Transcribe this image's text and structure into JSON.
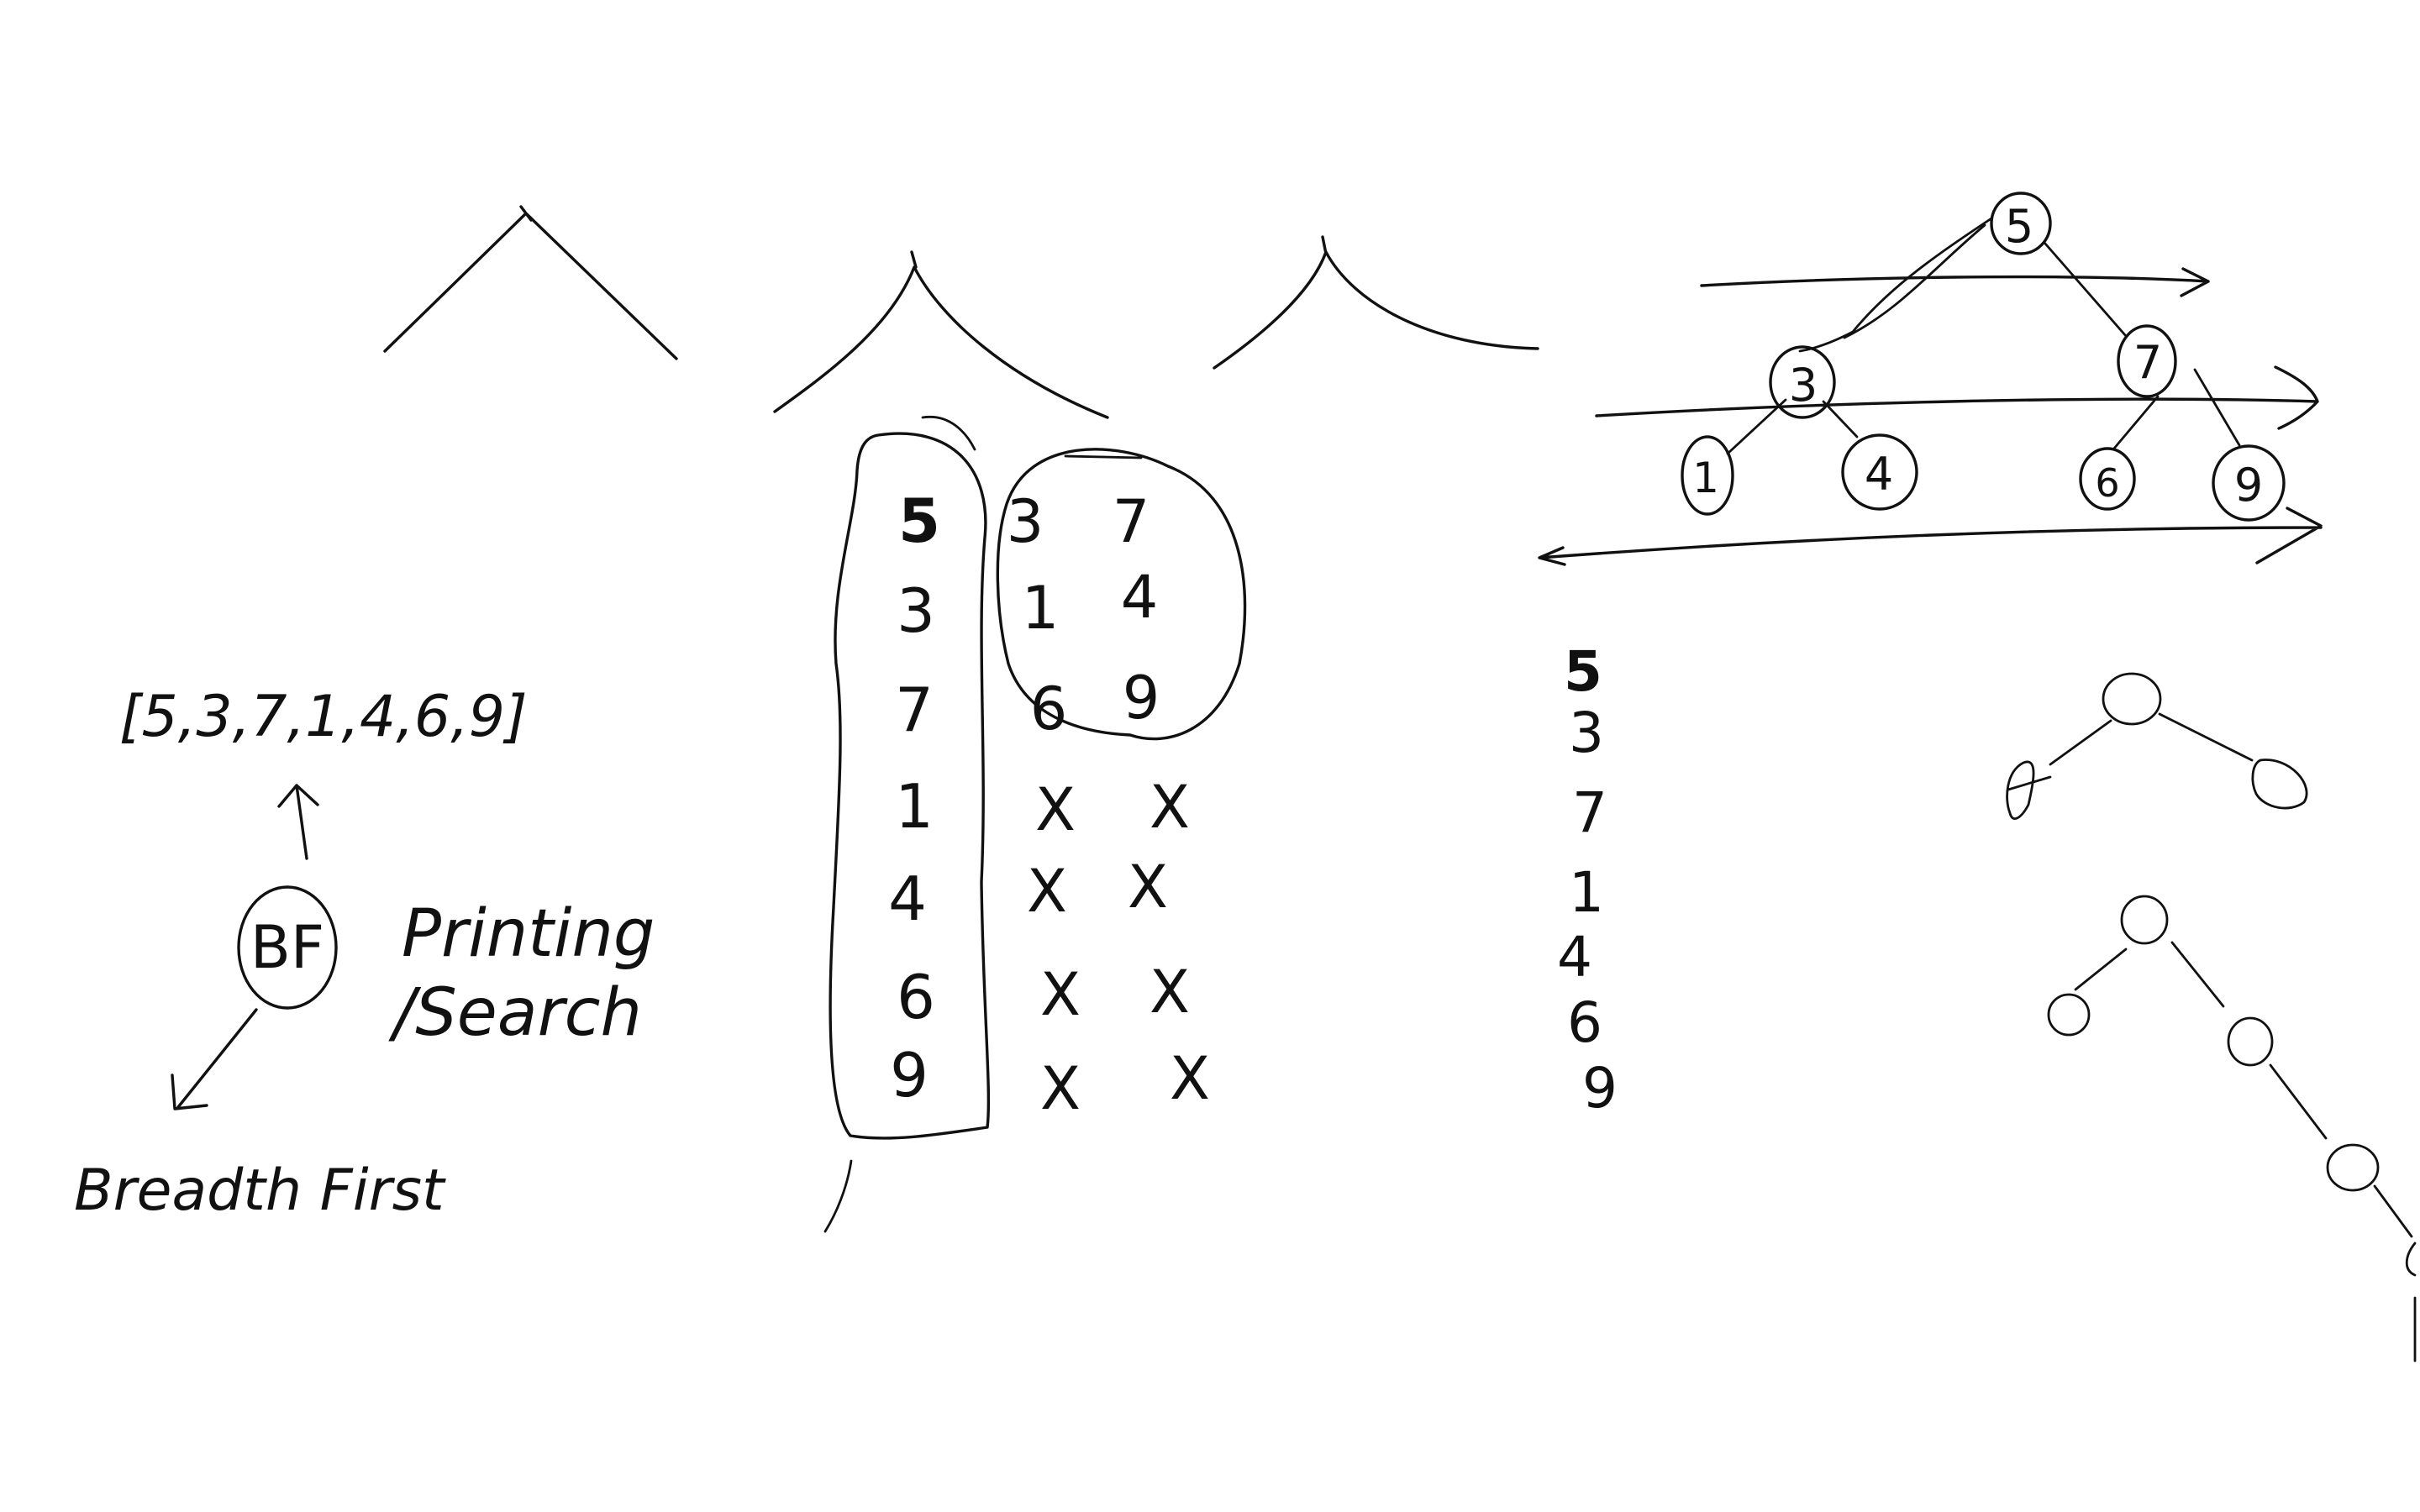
{
  "array_label": "[5,3,7,1,4,6,9]",
  "bf_badge": "BF",
  "printing_label": "Printing",
  "search_label": "/Search",
  "breadth_first_label": "Breadth First",
  "queue_column": [
    "5",
    "3",
    "7",
    "1",
    "4",
    "6",
    "9"
  ],
  "children_grid": [
    [
      "3",
      "7"
    ],
    [
      "1",
      "4"
    ],
    [
      "6",
      "9"
    ],
    [
      "X",
      "X"
    ],
    [
      "X",
      "X"
    ],
    [
      "X",
      "X"
    ],
    [
      "X",
      "X"
    ]
  ],
  "output_column": [
    "5",
    "3",
    "7",
    "1",
    "4",
    "6",
    "9"
  ],
  "tree": {
    "root": "5",
    "level1": [
      "3",
      "7"
    ],
    "level2": [
      "1",
      "4",
      "6",
      "9"
    ]
  }
}
